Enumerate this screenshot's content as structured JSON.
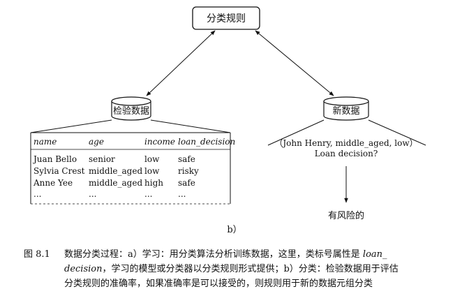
{
  "rules_box": {
    "label": "分类规则"
  },
  "test_db": {
    "label": "检验数据"
  },
  "new_db": {
    "label": "新数据"
  },
  "table": {
    "headers": [
      "name",
      "age",
      "income",
      "loan_decision"
    ],
    "rows": [
      [
        "Juan Bello",
        "senior",
        "low",
        "safe"
      ],
      [
        "Sylvia Crest",
        "middle_aged",
        "low",
        "risky"
      ],
      [
        "Anne Yee",
        "middle_aged",
        "high",
        "safe"
      ],
      [
        "...",
        "...",
        "...",
        "..."
      ]
    ]
  },
  "new_tuple": {
    "line1": "（John Henry, middle_aged, low）",
    "line2": "Loan decision?"
  },
  "result": {
    "label": "有风险的"
  },
  "subfigure_label": "b）",
  "caption": {
    "fig_no": "图 8.1",
    "line1_a": "数据分类过程：a）学习：用分类算法分析训练数据，这里，类标号属性是",
    "attr_part1": "loan_",
    "attr_part2": "decision",
    "line2_b": "，学习的模型或分类器以分类规则形式提供；b）分类：检验数据用于评估",
    "line3": "分类规则的准确率，如果准确率是可以接受的，则规则用于新的数据元组分类"
  }
}
